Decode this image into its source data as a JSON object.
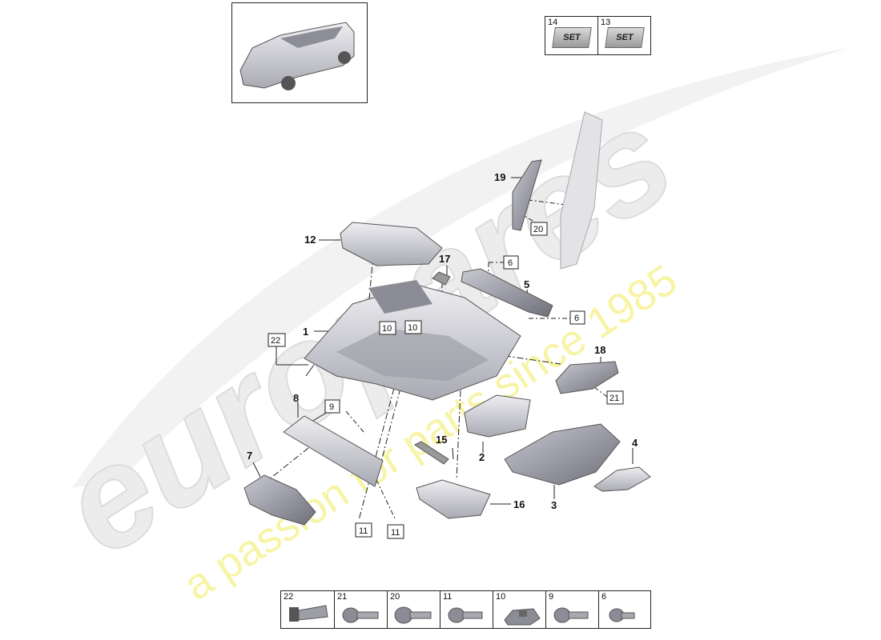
{
  "callouts_bold": [
    {
      "id": "c1",
      "text": "1"
    },
    {
      "id": "c2",
      "text": "2"
    },
    {
      "id": "c3",
      "text": "3"
    },
    {
      "id": "c4",
      "text": "4"
    },
    {
      "id": "c5",
      "text": "5"
    },
    {
      "id": "c7",
      "text": "7"
    },
    {
      "id": "c8",
      "text": "8"
    },
    {
      "id": "c12",
      "text": "12"
    },
    {
      "id": "c15",
      "text": "15"
    },
    {
      "id": "c16",
      "text": "16"
    },
    {
      "id": "c17",
      "text": "17"
    },
    {
      "id": "c18",
      "text": "18"
    },
    {
      "id": "c19",
      "text": "19"
    }
  ],
  "callouts_boxed": [
    {
      "id": "b6a",
      "text": "6"
    },
    {
      "id": "b6b",
      "text": "6"
    },
    {
      "id": "b9",
      "text": "9"
    },
    {
      "id": "b10a",
      "text": "10"
    },
    {
      "id": "b10b",
      "text": "10"
    },
    {
      "id": "b11a",
      "text": "11"
    },
    {
      "id": "b11b",
      "text": "11"
    },
    {
      "id": "b20",
      "text": "20"
    },
    {
      "id": "b21",
      "text": "21"
    },
    {
      "id": "b22",
      "text": "22"
    }
  ],
  "set_table": [
    {
      "number": "14",
      "label": "SET"
    },
    {
      "number": "13",
      "label": "SET"
    }
  ],
  "fastener_table": [
    "22",
    "21",
    "20",
    "11",
    "10",
    "9",
    "6"
  ],
  "watermark": {
    "brand": "europares",
    "tagline": "a passion for parts since 1985"
  },
  "colors": {
    "watermark_brand": "#e6e6e6",
    "watermark_tagline": "#f6f39c",
    "line": "#222222",
    "part_fill": "#b9b9c1"
  }
}
